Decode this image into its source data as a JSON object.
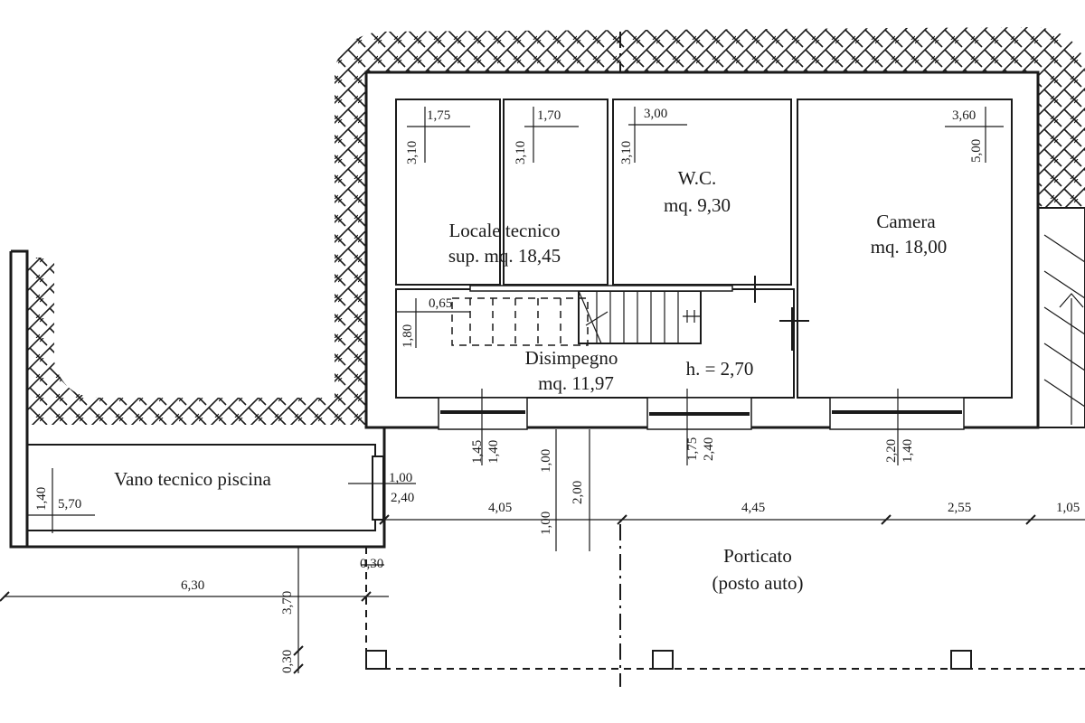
{
  "rooms": {
    "locale_tecnico": {
      "name": "Locale tecnico",
      "area": "sup. mq. 18,45"
    },
    "wc": {
      "name": "W.C.",
      "area": "mq. 9,30"
    },
    "camera": {
      "name": "Camera",
      "area": "mq. 18,00"
    },
    "disimpegno": {
      "name": "Disimpegno",
      "area": "mq. 11,97",
      "height": "h. = 2,70"
    },
    "vano_tecnico": {
      "name": "Vano tecnico piscina"
    },
    "porticato": {
      "name": "Porticato",
      "sub": "(posto auto)"
    }
  },
  "dimensions": {
    "d_175": "1,75",
    "d_170": "1,70",
    "d_300": "3,00",
    "d_360": "3,60",
    "d_310a": "3,10",
    "d_310b": "3,10",
    "d_310c": "3,10",
    "d_500": "5,00",
    "d_065": "0,65",
    "d_180": "1,80",
    "d_145": "1,45",
    "d_140a": "1,40",
    "d_100a": "1,00",
    "d_200": "2,00",
    "d_175b": "1,75",
    "d_240a": "2,40",
    "d_220": "2,20",
    "d_140b": "1,40",
    "d_100b": "1,00",
    "d_240b": "2,40",
    "d_140c": "1,40",
    "d_570": "5,70",
    "d_405": "4,05",
    "d_445": "4,45",
    "d_255": "2,55",
    "d_105": "1,05",
    "d_100c": "1,00",
    "d_630": "6,30",
    "d_030a": "0,30",
    "d_370": "3,70",
    "d_030b": "0,30"
  },
  "colors": {
    "ink": "#1a1a1a",
    "background": "#ffffff"
  }
}
